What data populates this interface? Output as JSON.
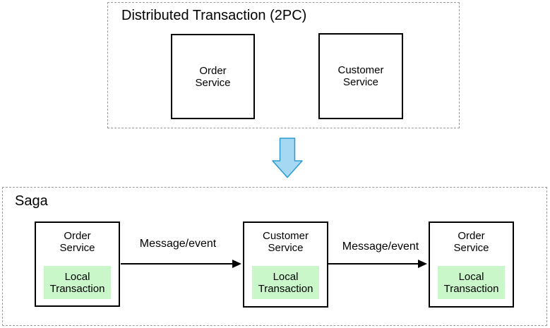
{
  "colors": {
    "background": "#ffffff",
    "text": "#000000",
    "group_border": "#9b9b9b",
    "node_border": "#000000",
    "local_fill": "#c9f7c9",
    "arrow_fill": "#a5d8f2",
    "arrow_stroke": "#2e9ad2"
  },
  "two_pc": {
    "title": "Distributed Transaction (2PC)",
    "boxes": [
      {
        "label": "Order\nService"
      },
      {
        "label": "Customer\nService"
      }
    ]
  },
  "transition": {
    "icon": "down-arrow-icon"
  },
  "saga": {
    "title": "Saga",
    "boxes": [
      {
        "label": "Order\nService",
        "inner_label": "Local\nTransaction"
      },
      {
        "label": "Customer\nService",
        "inner_label": "Local\nTransaction"
      },
      {
        "label": "Order\nService",
        "inner_label": "Local\nTransaction"
      }
    ],
    "arrows": [
      {
        "label": "Message/event"
      },
      {
        "label": "Message/event"
      }
    ]
  }
}
